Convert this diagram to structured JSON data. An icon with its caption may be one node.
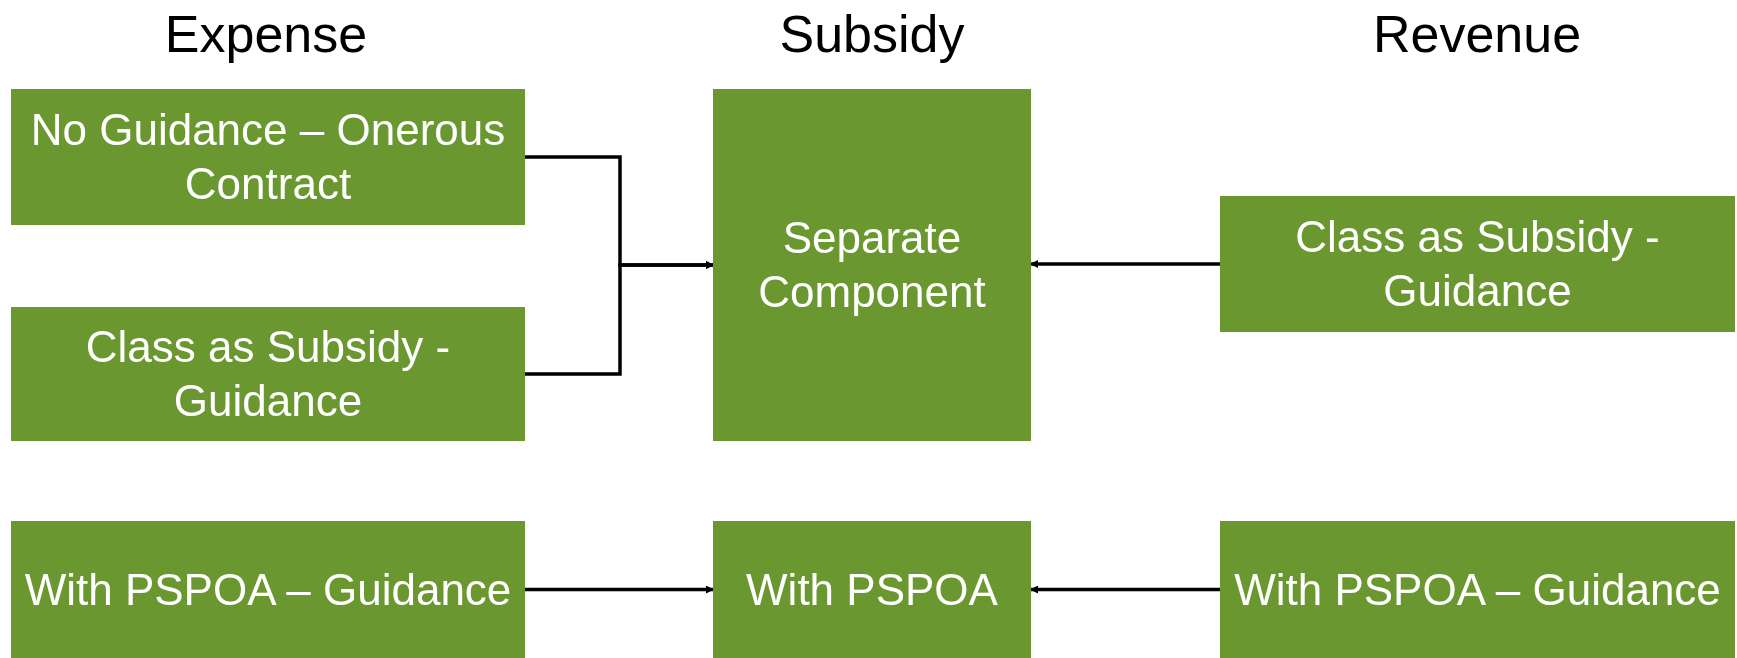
{
  "diagram": {
    "nodes": [
      {
        "text": [
          "No Guidance – Onerous Contract"
        ]
      },
      {
        "text": [
          "Class as Subsidy - Guidance"
        ]
      },
      {
        "text": [
          "Separate Component"
        ]
      },
      {
        "text": [
          "Class as Subsidy - Guidance"
        ]
      },
      {
        "text": [
          "With PSPOA – Guidance"
        ]
      },
      {
        "text": [
          "With PSPOA"
        ]
      },
      {
        "text": [
          "With PSPOA – Guidance"
        ]
      }
    ],
    "edges": [
      {
        "from": 0,
        "to": 2,
        "arrow": "to"
      },
      {
        "from": 1,
        "to": 2,
        "arrow": "to"
      },
      {
        "from": 3,
        "to": 2,
        "arrow": "to"
      },
      {
        "from": 4,
        "to": 5,
        "arrow": "to"
      },
      {
        "from": 6,
        "to": 5,
        "arrow": "to"
      }
    ],
    "labels": [
      "Expense",
      "Subsidy",
      "Revenue"
    ]
  }
}
